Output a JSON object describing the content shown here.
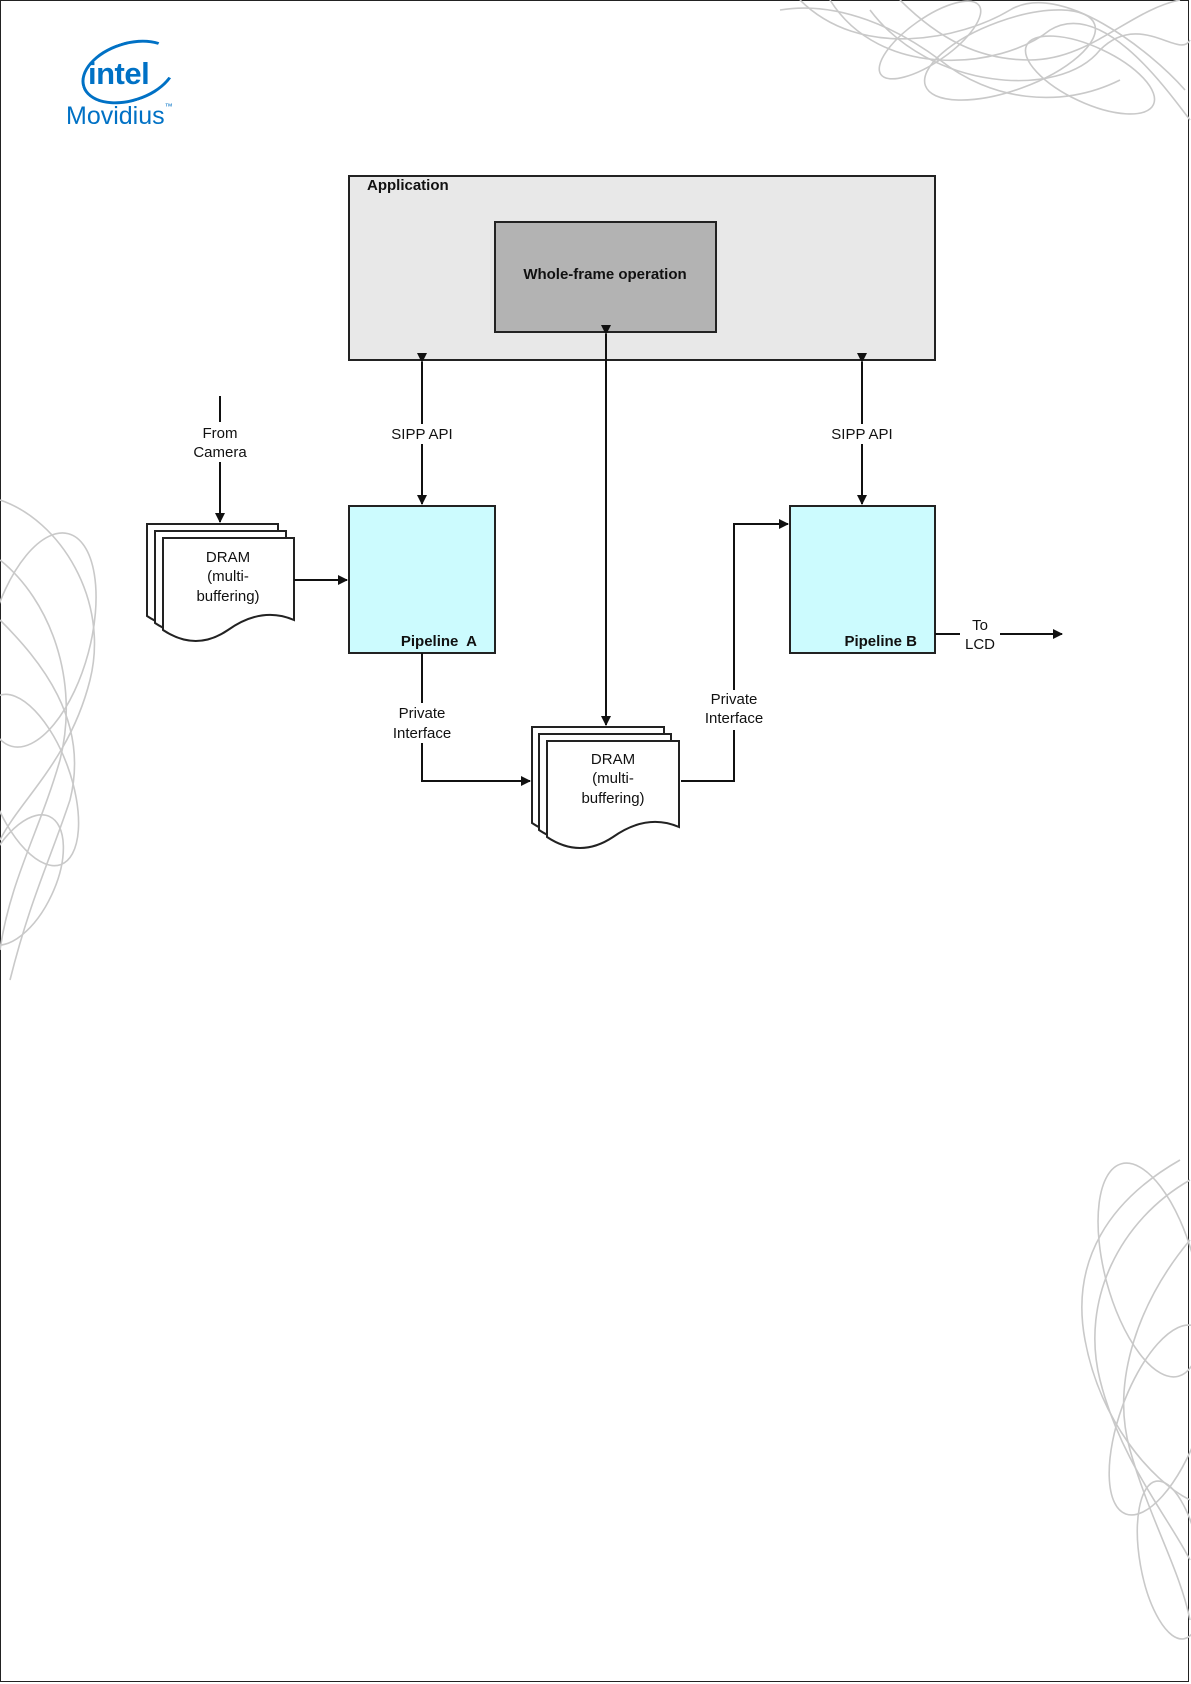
{
  "logo": {
    "brand": "intel",
    "product": "Movidius",
    "trademark": "™"
  },
  "diagram": {
    "application": "Application",
    "whole_frame": "Whole-frame operation",
    "sipp_api_left": "SIPP API",
    "sipp_api_right": "SIPP API",
    "from_camera": [
      "From",
      "Camera"
    ],
    "dram_left": [
      "DRAM",
      "(multi-",
      "buffering)"
    ],
    "dram_center": [
      "DRAM",
      "(multi-",
      "buffering)"
    ],
    "pipeline_a": "Pipeline  A",
    "pipeline_b": "Pipeline B",
    "private_left": [
      "Private",
      "Interface"
    ],
    "private_right": [
      "Private",
      "Interface"
    ],
    "to_lcd": [
      "To",
      "LCD"
    ]
  },
  "colors": {
    "application_fill": "#e8e8e8",
    "whole_frame_fill": "#b3b3b3",
    "pipeline_fill": "#ccfbfe",
    "brand_blue": "#0071c5"
  }
}
